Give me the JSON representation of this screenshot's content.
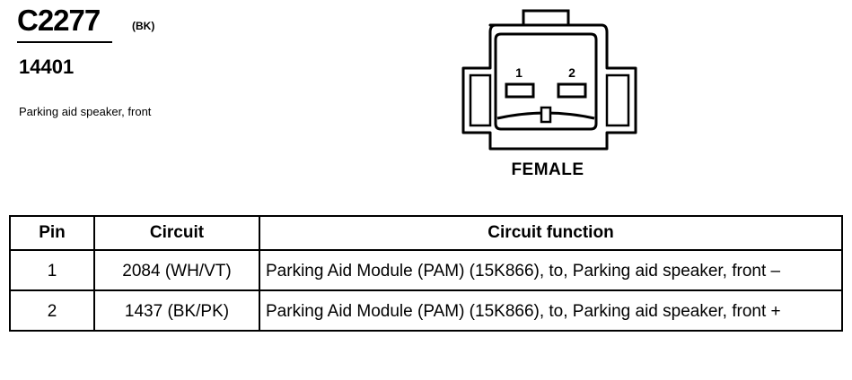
{
  "connector": {
    "id": "C2277",
    "color_code": "(BK)",
    "part_number": "14401",
    "description": "Parking aid speaker, front"
  },
  "diagram": {
    "pin_labels": [
      "1",
      "2"
    ],
    "gender": "FEMALE"
  },
  "table": {
    "headers": {
      "pin": "Pin",
      "circuit": "Circuit",
      "function": "Circuit function"
    },
    "rows": [
      {
        "pin": "1",
        "circuit": "2084 (WH/VT)",
        "function": "Parking Aid Module (PAM) (15K866), to, Parking aid speaker, front –"
      },
      {
        "pin": "2",
        "circuit": "1437 (BK/PK)",
        "function": "Parking Aid Module (PAM) (15K866), to, Parking aid speaker, front +"
      }
    ]
  }
}
